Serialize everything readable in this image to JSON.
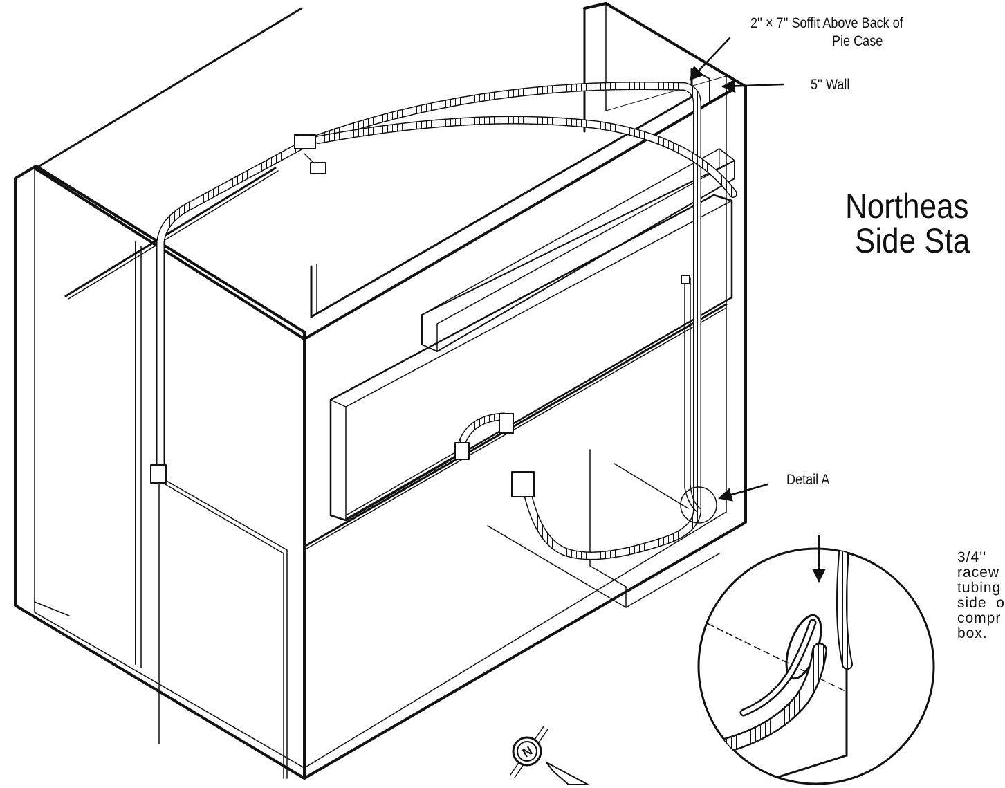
{
  "labels": {
    "soffit_line1": "2'' × 7'' Soffit Above Back of",
    "soffit_line2": "Pie Case",
    "wall": "5'' Wall",
    "detail": "Detail A"
  },
  "title": {
    "line1": "Northeas",
    "line2": "Side Sta"
  },
  "note_lines": [
    "3/4''",
    "racew",
    "tubing",
    "side  o",
    "compr",
    "box."
  ],
  "compass": {
    "letter": "N"
  },
  "colors": {
    "ink": "#111111",
    "paper": "#ffffff"
  }
}
